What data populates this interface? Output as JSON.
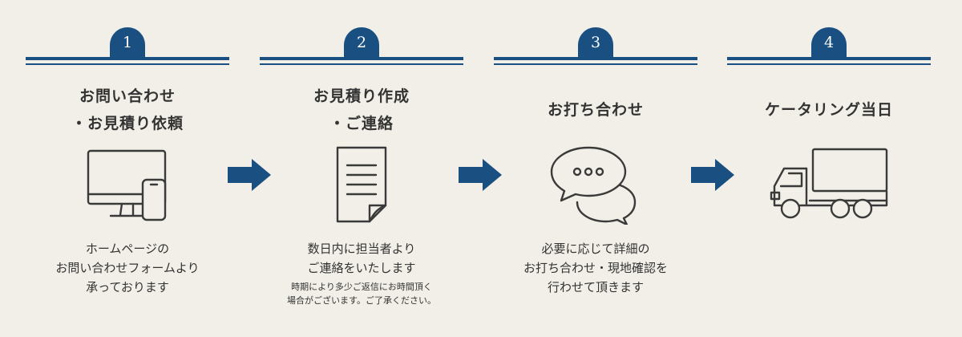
{
  "colors": {
    "accent": "#194f81",
    "background": "#f1efe7",
    "text": "#333333",
    "icon_stroke": "#3a3a3a"
  },
  "steps": [
    {
      "number": "1",
      "title_lines": [
        "お問い合わせ",
        "・お見積り依頼"
      ],
      "icon": "computer-phone-icon",
      "desc_lines": [
        "ホームページの",
        "お問い合わせフォームより",
        "承っております"
      ],
      "note_lines": []
    },
    {
      "number": "2",
      "title_lines": [
        "お見積り作成",
        "・ご連絡"
      ],
      "icon": "document-icon",
      "desc_lines": [
        "数日内に担当者より",
        "ご連絡をいたします"
      ],
      "note_lines": [
        "時期により多少ご返信にお時間頂く",
        "場合がございます。ご了承ください。"
      ]
    },
    {
      "number": "3",
      "title_lines": [
        "お打ち合わせ"
      ],
      "icon": "chat-bubbles-icon",
      "desc_lines": [
        "必要に応じて詳細の",
        "お打ち合わせ・現地確認を",
        "行わせて頂きます"
      ],
      "note_lines": []
    },
    {
      "number": "4",
      "title_lines": [
        "ケータリング当日"
      ],
      "icon": "truck-icon",
      "desc_lines": [],
      "note_lines": []
    }
  ],
  "arrows": [
    "arrow-right-icon",
    "arrow-right-icon",
    "arrow-right-icon"
  ]
}
